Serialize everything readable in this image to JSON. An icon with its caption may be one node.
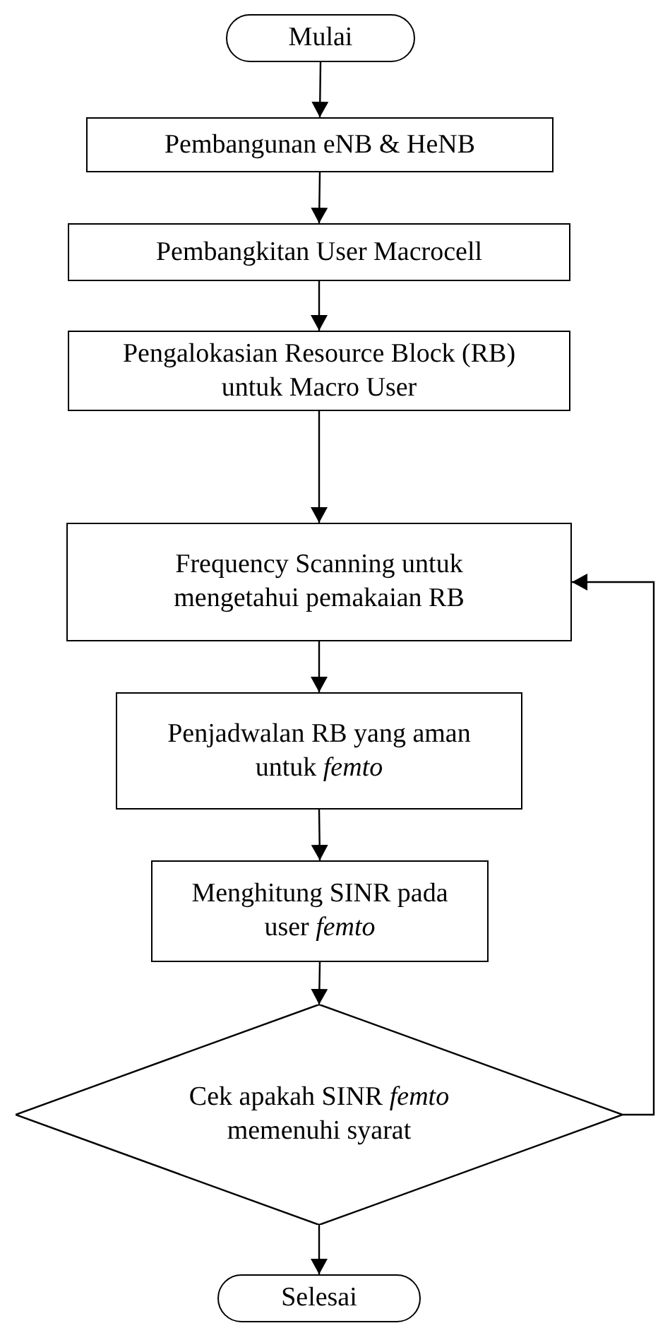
{
  "diagram": {
    "nodes": [
      {
        "text": [
          "Mulai"
        ]
      },
      {
        "text": [
          "Pembangunan eNB & HeNB"
        ]
      },
      {
        "text": [
          "Pembangkitan User Macrocell"
        ]
      },
      {
        "text": [
          "Pengalokasian Resource Block (RB) untuk Macro User"
        ]
      },
      {
        "text": [
          "Frequency Scanning untuk mengetahui pemakaian RB"
        ]
      },
      {
        "text": [
          "Penjadwalan RB yang aman untuk *femto*"
        ]
      },
      {
        "text": [
          "Menghitung SINR pada user *femto*"
        ]
      },
      {
        "text": [
          "Cek apakah SINR *femto* memenuhi syarat"
        ]
      },
      {
        "text": [
          "Selesai"
        ]
      }
    ],
    "edges": [
      {
        "from": 0,
        "to": 1,
        "arrow": "to"
      },
      {
        "from": 1,
        "to": 2,
        "arrow": "to"
      },
      {
        "from": 2,
        "to": 3,
        "arrow": "to"
      },
      {
        "from": 3,
        "to": 4,
        "arrow": "to"
      },
      {
        "from": 4,
        "to": 5,
        "arrow": "to"
      },
      {
        "from": 5,
        "to": 6,
        "arrow": "to"
      },
      {
        "from": 6,
        "to": 7,
        "arrow": "to"
      },
      {
        "from": 7,
        "to": 8,
        "arrow": "to"
      },
      {
        "from": 7,
        "to": 4,
        "arrow": "to"
      }
    ]
  }
}
